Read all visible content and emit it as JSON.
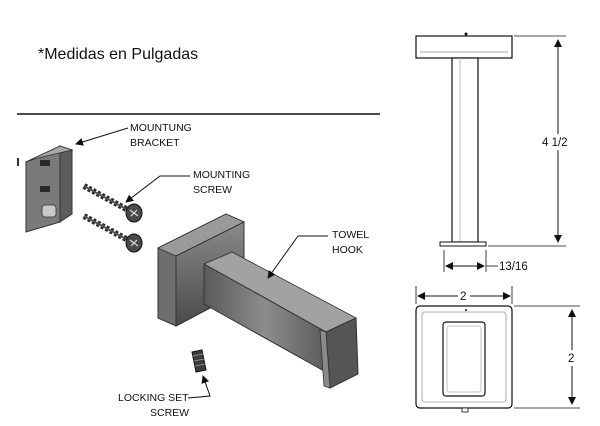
{
  "note": "*Medidas en Pulgadas",
  "labels": {
    "bracket_line1": "MOUNTUNG",
    "bracket_line2": "BRACKET",
    "screw_line1": "MOUNTING",
    "screw_line2": "SCREW",
    "hook_line1": "TOWEL",
    "hook_line2": "HOOK",
    "set_screw_line1": "LOCKING SET",
    "set_screw_line2": "SCREW"
  },
  "dimensions": {
    "height": "4 1/2",
    "base_thickness": "13/16",
    "plate_width": "2",
    "plate_height": "2"
  }
}
